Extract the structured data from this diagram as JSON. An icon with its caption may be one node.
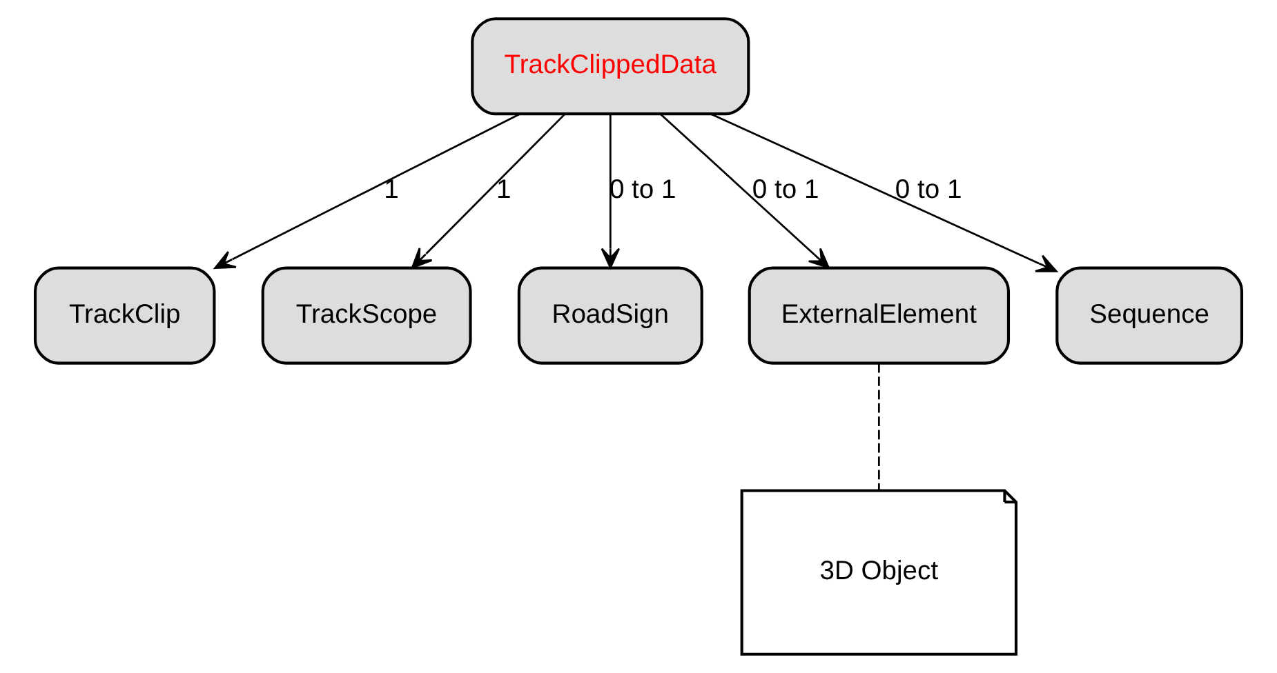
{
  "diagram": {
    "nodes": [
      {
        "text": [
          "TrackClippedData"
        ]
      },
      {
        "text": [
          "TrackClip"
        ]
      },
      {
        "text": [
          "TrackScope"
        ]
      },
      {
        "text": [
          "RoadSign"
        ]
      },
      {
        "text": [
          "ExternalElement"
        ]
      },
      {
        "text": [
          "Sequence"
        ]
      },
      {
        "text": [
          "3D Object"
        ]
      }
    ],
    "edges": [
      {
        "from": 0,
        "to": 1,
        "arrow": "to",
        "label": "1"
      },
      {
        "from": 0,
        "to": 2,
        "arrow": "to",
        "label": "1"
      },
      {
        "from": 0,
        "to": 3,
        "arrow": "to",
        "label": "0 to 1"
      },
      {
        "from": 0,
        "to": 4,
        "arrow": "to",
        "label": "0 to 1"
      },
      {
        "from": 0,
        "to": 5,
        "arrow": "to",
        "label": "0 to 1"
      },
      {
        "from": 4,
        "to": 6,
        "arrow": "none",
        "style": "dashed"
      }
    ]
  }
}
